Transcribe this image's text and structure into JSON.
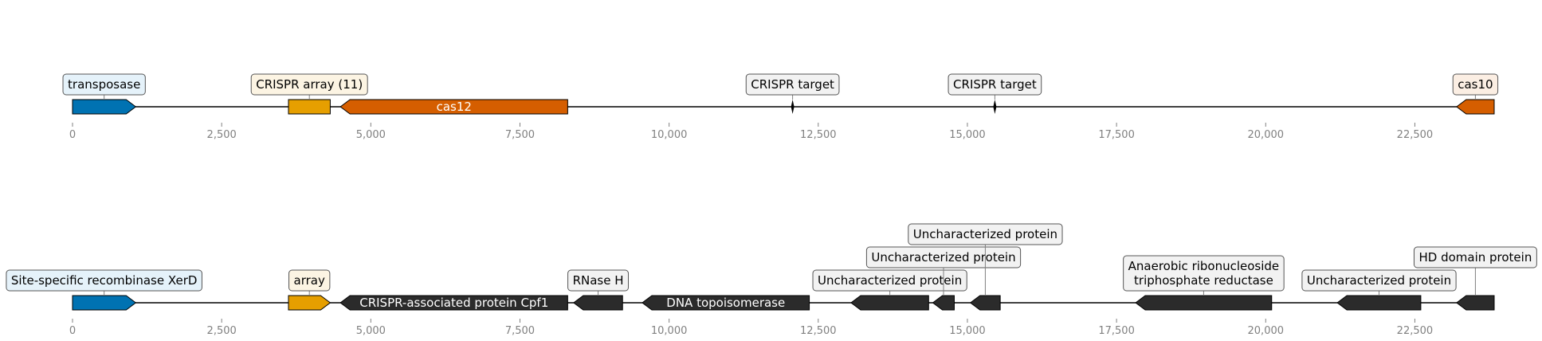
{
  "colors": {
    "transposase": "#0072b2",
    "array": "#e69f00",
    "cas": "#d55e00",
    "other": "#2b2b2b",
    "tick_text": "#808080"
  },
  "tracks": [
    {
      "name": "upper",
      "ticks": [
        "0",
        "2,500",
        "5,000",
        "7,500",
        "10,000",
        "12,500",
        "15,000",
        "17,500",
        "20,000",
        "22,500"
      ],
      "tick_values": [
        0,
        2500,
        5000,
        7500,
        10000,
        12500,
        15000,
        17500,
        20000,
        22500
      ],
      "features": [
        {
          "start": 0,
          "end": 1060,
          "strand": 1,
          "color": "transposase",
          "label": "transposase",
          "label_fill": "#e5f2fa"
        },
        {
          "start": 3620,
          "end": 4320,
          "strand": 0,
          "color": "array",
          "label": "CRISPR array (11)",
          "label_fill": "#fcf4e3"
        },
        {
          "start": 4490,
          "end": 8300,
          "strand": -1,
          "color": "cas",
          "label": "cas12",
          "inside": true
        },
        {
          "start": 12040,
          "end": 12100,
          "strand": 0,
          "color": "other",
          "label": "CRISPR target",
          "label_fill": "#f2f2f2",
          "marker": true
        },
        {
          "start": 15430,
          "end": 15490,
          "strand": 0,
          "color": "other",
          "label": "CRISPR target",
          "label_fill": "#f2f2f2",
          "marker": true
        },
        {
          "start": 23200,
          "end": 23830,
          "strand": -1,
          "color": "cas",
          "label": "cas10",
          "label_fill": "#fbeee3"
        }
      ]
    },
    {
      "name": "lower",
      "ticks": [
        "0",
        "2,500",
        "5,000",
        "7,500",
        "10,000",
        "12,500",
        "15,000",
        "17,500",
        "20,000",
        "22,500"
      ],
      "tick_values": [
        0,
        2500,
        5000,
        7500,
        10000,
        12500,
        15000,
        17500,
        20000,
        22500
      ],
      "features": [
        {
          "start": 0,
          "end": 1060,
          "strand": 1,
          "color": "transposase",
          "label": "Site-specific recombinase XerD",
          "label_fill": "#e5f2fa"
        },
        {
          "start": 3620,
          "end": 4320,
          "strand": 1,
          "color": "array",
          "label": "array",
          "label_fill": "#fcf4e3"
        },
        {
          "start": 4490,
          "end": 8300,
          "strand": -1,
          "color": "other",
          "label": "CRISPR-associated protein Cpf1",
          "inside": true
        },
        {
          "start": 8400,
          "end": 9220,
          "strand": -1,
          "color": "other",
          "label": "RNase H",
          "label_fill": "#f2f2f2"
        },
        {
          "start": 9550,
          "end": 12350,
          "strand": -1,
          "color": "other",
          "label": "DNA topoisomerase",
          "inside": true
        },
        {
          "start": 13050,
          "end": 14350,
          "strand": -1,
          "color": "other",
          "label": "Uncharacterized protein",
          "label_fill": "#f2f2f2"
        },
        {
          "start": 14420,
          "end": 14780,
          "strand": -1,
          "color": "other",
          "label": "Uncharacterized protein",
          "label_fill": "#f2f2f2",
          "label_tier": 2
        },
        {
          "start": 15050,
          "end": 15550,
          "strand": -1,
          "color": "other",
          "label": "Uncharacterized protein",
          "label_fill": "#f2f2f2",
          "label_tier": 3
        },
        {
          "start": 17820,
          "end": 20100,
          "strand": -1,
          "color": "other",
          "label": "Anaerobic ribonucleoside\ntriphosphate reductase",
          "label_fill": "#f2f2f2"
        },
        {
          "start": 21200,
          "end": 22600,
          "strand": -1,
          "color": "other",
          "label": "Uncharacterized protein",
          "label_fill": "#f2f2f2"
        },
        {
          "start": 23200,
          "end": 23830,
          "strand": -1,
          "color": "other",
          "label": "HD domain protein",
          "label_fill": "#f2f2f2",
          "label_tier": 2
        }
      ]
    }
  ]
}
